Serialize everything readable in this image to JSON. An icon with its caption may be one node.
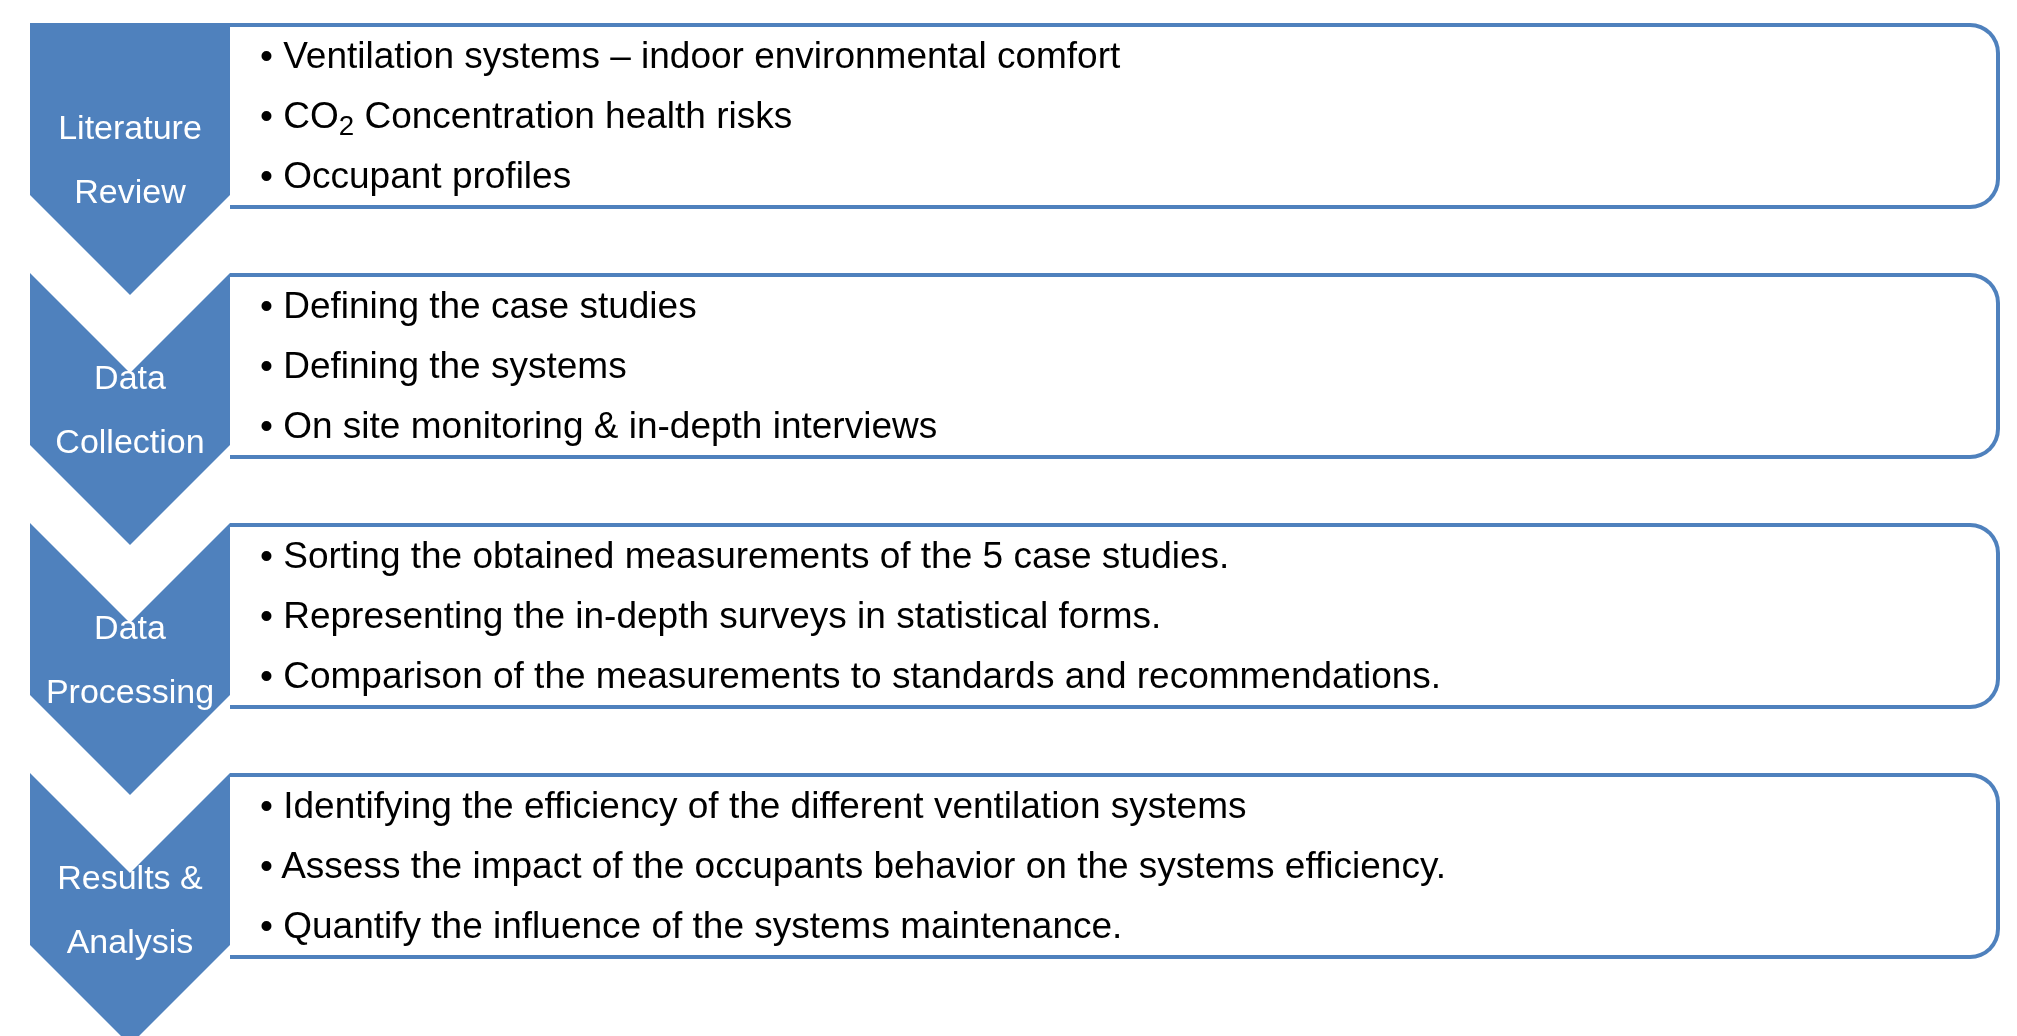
{
  "diagram": {
    "nodes": [
      {
        "text": [
          "Literature Review"
        ]
      },
      {
        "text": [
          "• Ventilation systems – indoor environmental comfort",
          "• CO$_{2}$ Concentration health risks",
          "• Occupant profiles"
        ]
      },
      {
        "text": [
          "Data Collection"
        ]
      },
      {
        "text": [
          "• Defining the case studies",
          "• Defining the systems",
          "• On site monitoring & in-depth interviews"
        ]
      },
      {
        "text": [
          "Data Processing"
        ]
      },
      {
        "text": [
          "• Sorting the obtained measurements of the 5 case studies.",
          "• Representing the in-depth surveys in statistical forms.",
          "• Comparison of the measurements to standards and recommendations."
        ]
      },
      {
        "text": [
          "Results & Analysis"
        ]
      },
      {
        "text": [
          "• Identifying the efficiency of the different ventilation systems",
          "• Assess the impact of the occupants behavior on the systems efficiency.",
          "• Quantify the influence of the systems maintenance."
        ]
      }
    ]
  }
}
